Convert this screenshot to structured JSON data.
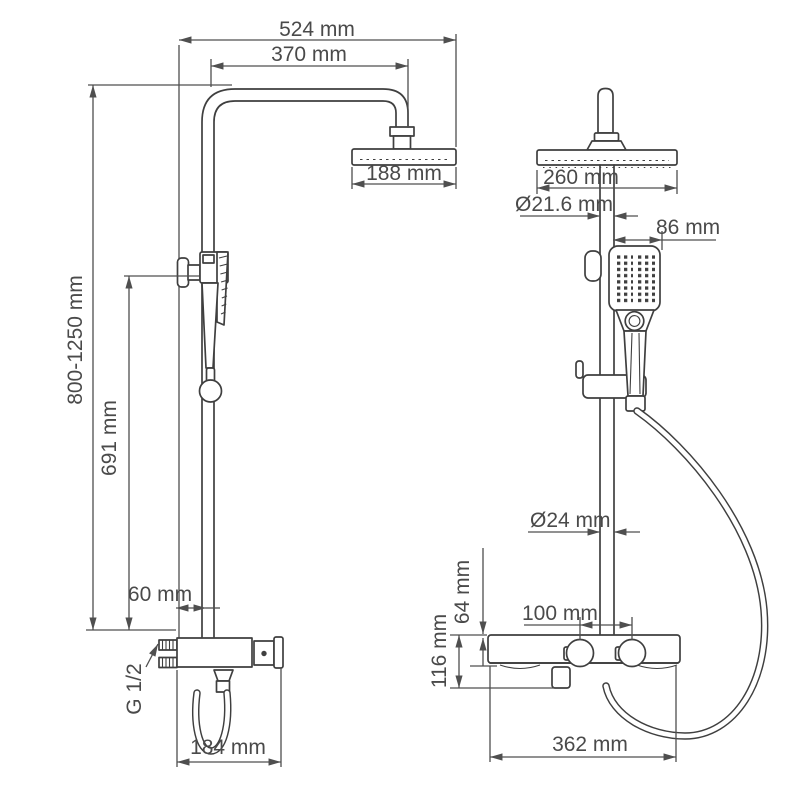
{
  "diagram": {
    "type": "technical-drawing",
    "views": {
      "side": {
        "dims": {
          "total_width": "524 mm",
          "arm_reach": "370 mm",
          "head_depth": "188 mm",
          "height_range": "800-1250 mm",
          "slider_height": "691 mm",
          "wall_to_pipe": "60 mm",
          "connection_thread": "G 1/2",
          "total_depth": "184 mm"
        }
      },
      "front": {
        "dims": {
          "head_width": "260 mm",
          "upper_pipe_diameter": "Ø21.6 mm",
          "hand_shower_offset": "86 mm",
          "riser_diameter": "Ø24 mm",
          "handle_spacing": "100 mm",
          "body_height": "64 mm",
          "body_with_spout_height": "116 mm",
          "body_width": "362 mm"
        }
      }
    },
    "colors": {
      "line": "#3f3f3f",
      "dimension": "#4f4f4f",
      "background": "#ffffff"
    }
  }
}
